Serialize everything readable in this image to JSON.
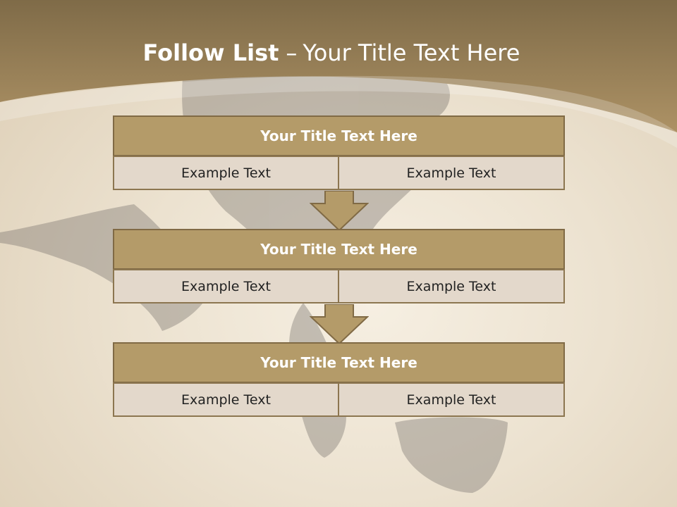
{
  "slide": {
    "title_strong": "Follow List",
    "title_rest": "Your Title Text Here",
    "dash": "–"
  },
  "blocks": [
    {
      "title": "Your Title Text Here",
      "cells": [
        "Example Text",
        "Example Text"
      ]
    },
    {
      "title": "Your Title Text Here",
      "cells": [
        "Example Text",
        "Example Text"
      ]
    },
    {
      "title": "Your Title Text Here",
      "cells": [
        "Example Text",
        "Example Text"
      ]
    }
  ],
  "colors": {
    "header_band": "#a68b5b",
    "block_title_fill": "#b49b69",
    "cell_fill": "#e3d8cb",
    "border": "#806a45",
    "arrow_fill": "#b49b69"
  },
  "icons": [
    "down-arrow-icon",
    "down-arrow-icon"
  ]
}
